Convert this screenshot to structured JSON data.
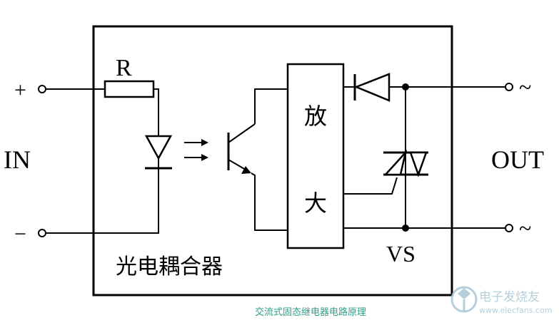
{
  "diagram": {
    "input_label": "IN",
    "plus_sign": "+",
    "minus_sign": "−",
    "resistor_label": "R",
    "amplifier_char_top": "放",
    "amplifier_char_bottom": "大",
    "output_label": "OUT",
    "ac_symbol_top": "~",
    "ac_symbol_bottom": "~",
    "triac_label": "VS",
    "optocoupler_label": "光电耦合器",
    "caption": "交流式固态继电器电路原理"
  },
  "watermark": {
    "brand_cn": "电子发烧友",
    "url": "www.elecfans.com"
  }
}
